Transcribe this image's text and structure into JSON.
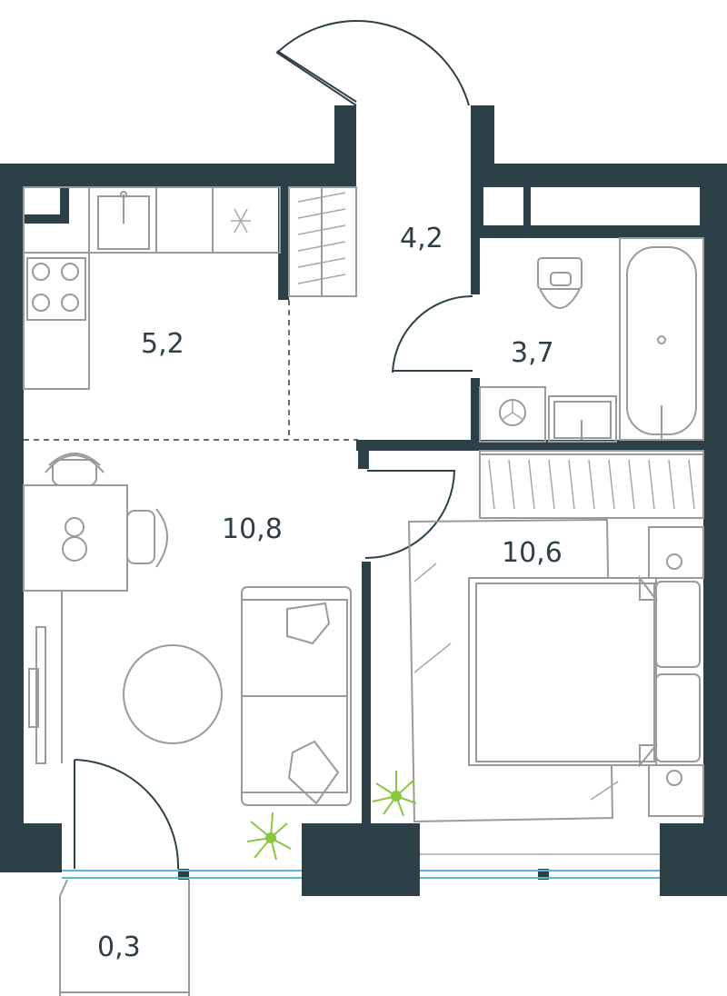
{
  "plan": {
    "rooms": [
      {
        "id": "kitchen",
        "area": "5,2"
      },
      {
        "id": "hall",
        "area": "4,2"
      },
      {
        "id": "bathroom",
        "area": "3,7"
      },
      {
        "id": "living",
        "area": "10,8"
      },
      {
        "id": "bedroom",
        "area": "10,6"
      },
      {
        "id": "balcony",
        "area": "0,3"
      }
    ],
    "colors": {
      "wall": "#2d4048",
      "furniture": "#9a9a9a",
      "glass": "#5bb6d8",
      "plant": "#8cc63f"
    }
  }
}
